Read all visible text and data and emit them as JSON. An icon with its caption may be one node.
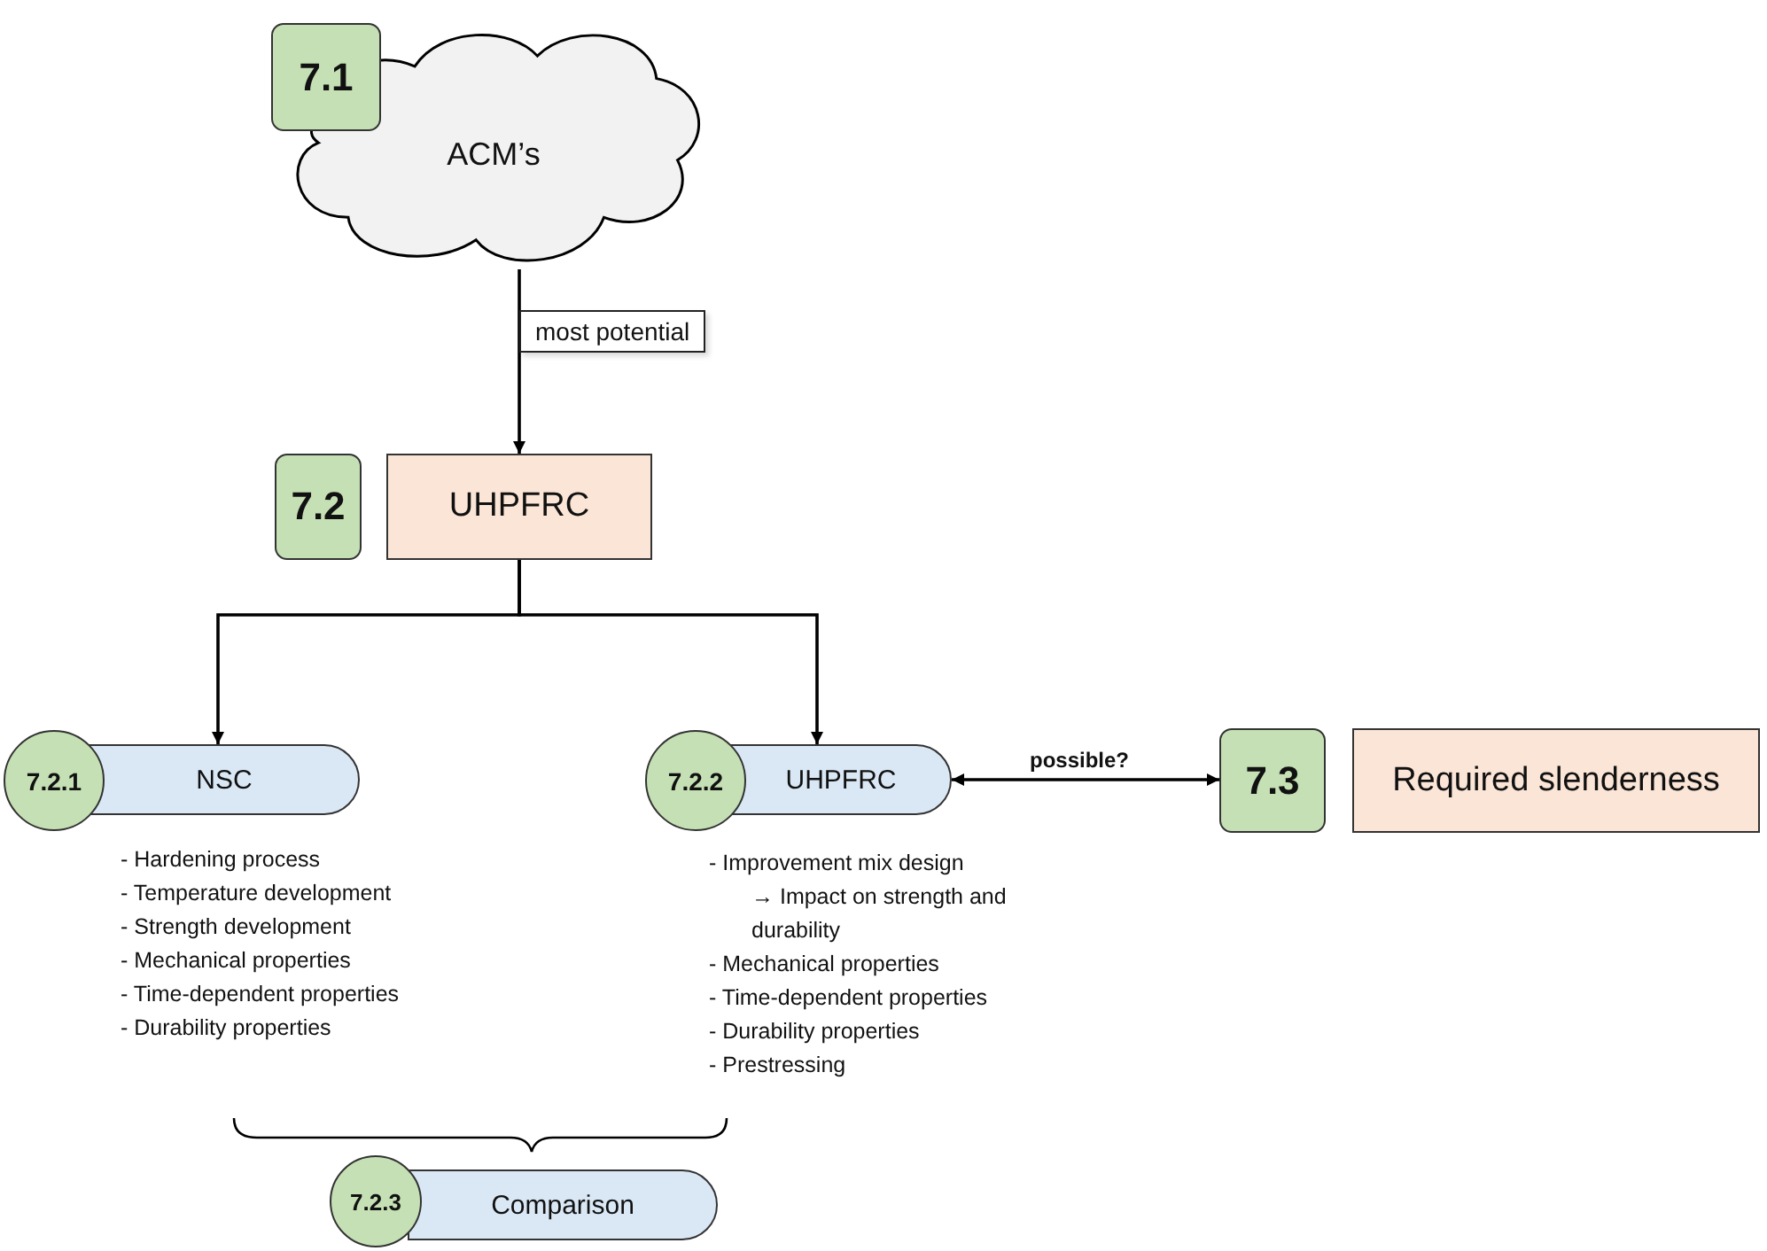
{
  "diagram": {
    "nodes": [
      {
        "text": [
          "7.1"
        ]
      },
      {
        "text": [
          "ACM’s"
        ]
      },
      {
        "text": [
          "7.2"
        ]
      },
      {
        "text": [
          "UHPFRC"
        ]
      },
      {
        "text": [
          "7.2.1"
        ]
      },
      {
        "text": [
          "NSC"
        ],
        "beside": [
          "- Hardening process",
          "- Temperature development",
          "- Strength development",
          "- Mechanical properties",
          "- Time-dependent properties",
          "- Durability properties"
        ]
      },
      {
        "text": [
          "7.2.2"
        ]
      },
      {
        "text": [
          "UHPFRC"
        ],
        "beside": [
          "- Improvement mix design",
          "→ Impact on strength and durability",
          "- Mechanical properties",
          "- Time-dependent properties",
          "- Durability properties",
          "- Prestressing"
        ]
      },
      {
        "text": [
          "7.3"
        ]
      },
      {
        "text": [
          "Required slenderness"
        ]
      },
      {
        "text": [
          "7.2.3"
        ]
      },
      {
        "text": [
          "Comparison"
        ]
      }
    ],
    "edges": [
      {
        "from": 1,
        "to": 3,
        "arrow": "to",
        "label": "most potential"
      },
      {
        "from": 3,
        "to": 5,
        "arrow": "to"
      },
      {
        "from": 3,
        "to": 7,
        "arrow": "to"
      },
      {
        "from": 7,
        "to": 8,
        "arrow": "both",
        "label": "possible?"
      }
    ]
  }
}
